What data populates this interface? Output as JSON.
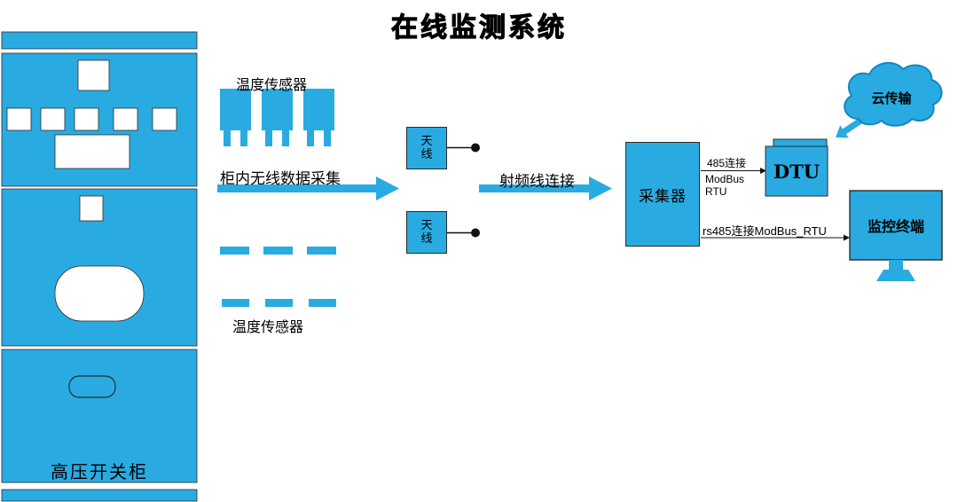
{
  "title": "在线监测系统",
  "colors": {
    "accent": "#29ABE2",
    "outline": "#2b2b2b",
    "cloud_outline": "#1386bd",
    "text": "#000000"
  },
  "cabinet": {
    "label": "高压开关柜"
  },
  "top_sensors": {
    "label": "温度传感器"
  },
  "bottom_sensors": {
    "label": "温度传感器"
  },
  "flow": {
    "wireless_arrow_label": "柜内无线数据采集",
    "rf_arrow_label": "射频线连接"
  },
  "antennas": {
    "top_label": "天线",
    "bottom_label": "天线"
  },
  "collector": {
    "label": "采集器"
  },
  "bus485": {
    "line1": "485连接",
    "line2": "ModBus",
    "line3": "RTU"
  },
  "dtu": {
    "label": "DTU"
  },
  "cloud": {
    "label": "云传输"
  },
  "rs485": {
    "label": "rs485连接ModBus_RTU"
  },
  "terminal": {
    "label": "监控终端"
  }
}
